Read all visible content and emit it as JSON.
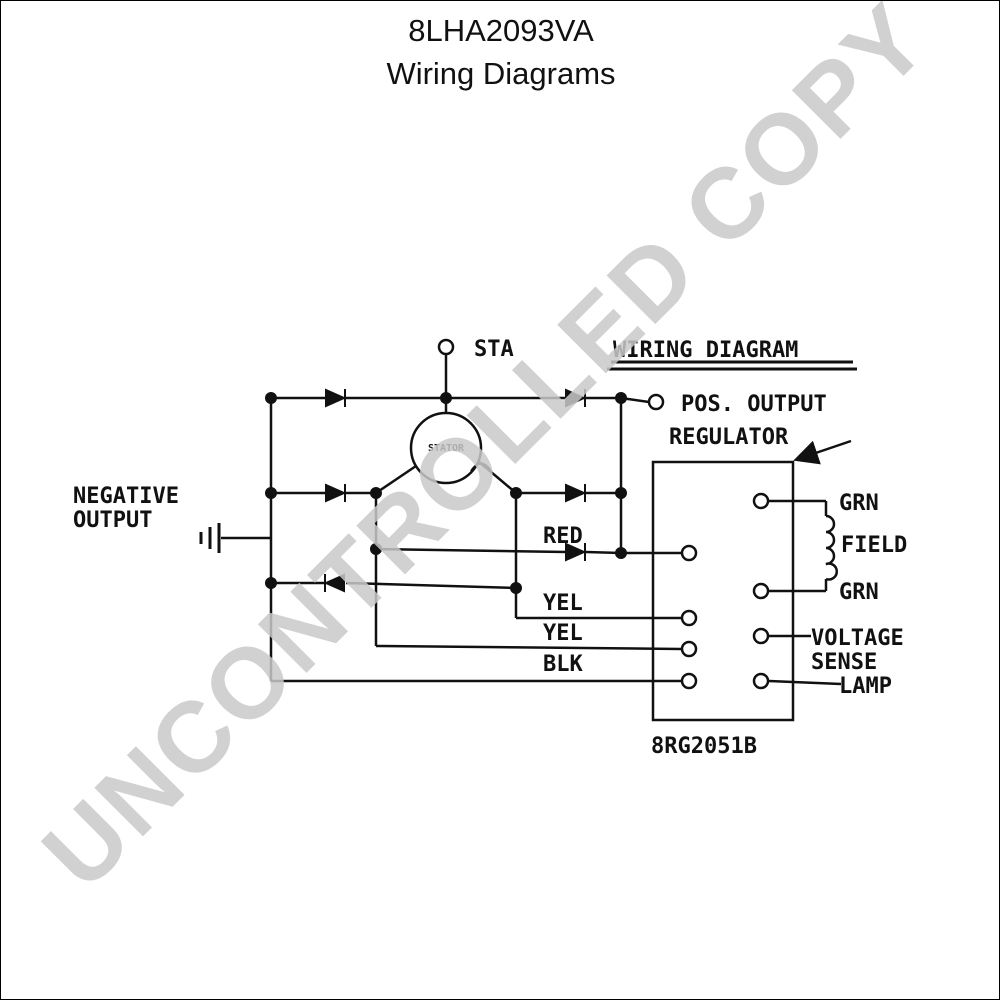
{
  "header": {
    "title": "8LHA2093VA",
    "subtitle": "Wiring Diagrams"
  },
  "diagram": {
    "heading": "WIRING DIAGRAM",
    "terminals": {
      "sta": "STA",
      "pos_output": "POS. OUTPUT",
      "negative": "NEGATIVE",
      "output": "OUTPUT"
    },
    "stator": "STATOR",
    "regulator_label": "REGULATOR",
    "wires": {
      "red": "RED",
      "yel1": "YEL",
      "yel2": "YEL",
      "blk": "BLK"
    },
    "field": {
      "grn_top": "GRN",
      "field": "FIELD",
      "grn_bottom": "GRN"
    },
    "regulator_terminals": {
      "voltage": "VOLTAGE",
      "sense": "SENSE",
      "lamp": "LAMP"
    },
    "part_number": "8RG2051B"
  },
  "watermark": "UNCONTROLLED COPY"
}
